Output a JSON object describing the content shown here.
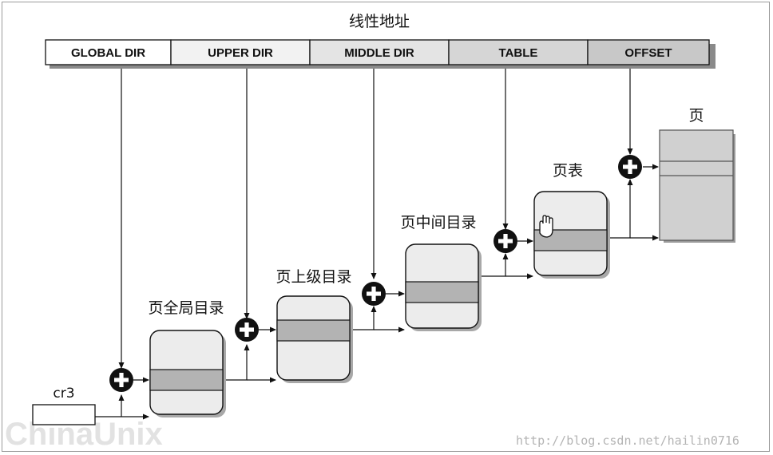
{
  "linear_address_title": "线性地址",
  "fields": [
    {
      "label": "GLOBAL DIR"
    },
    {
      "label": "UPPER DIR"
    },
    {
      "label": "MIDDLE DIR"
    },
    {
      "label": "TABLE"
    },
    {
      "label": "OFFSET"
    }
  ],
  "register_label": "cr3",
  "tables": [
    {
      "label": "页全局目录"
    },
    {
      "label": "页上级目录"
    },
    {
      "label": "页中间目录"
    },
    {
      "label": "页表"
    }
  ],
  "page_label": "页",
  "watermark": {
    "main": "ChinaUnix",
    "url": "http://blog.csdn.net/hailin0716"
  },
  "colors": {
    "field_fills": [
      "#ffffff",
      "#f2f2f2",
      "#e4e4e4",
      "#d6d6d6",
      "#c8c8c8"
    ],
    "table_fill": "#ececec",
    "entry_fill": "#b3b3b3",
    "page_fill": "#d0d0d0",
    "adder_fill": "#111111"
  }
}
